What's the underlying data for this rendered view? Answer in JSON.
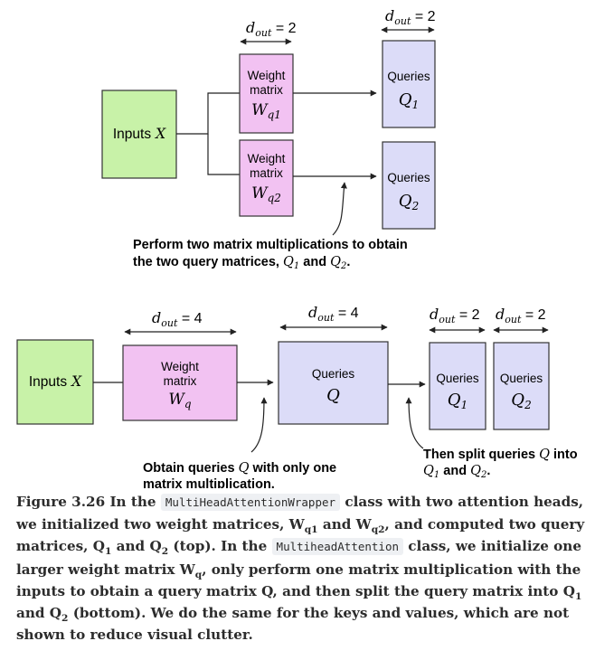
{
  "top": {
    "inputs_label": "Inputs",
    "inputs_var": "X",
    "dim_w1": {
      "d": "d",
      "sub": "out",
      "eq": " = 2"
    },
    "dim_q1": {
      "d": "d",
      "sub": "out",
      "eq": " = 2"
    },
    "weight1": {
      "line1": "Weight",
      "line2": "matrix",
      "var": "W",
      "sub": "q1"
    },
    "weight2": {
      "line1": "Weight",
      "line2": "matrix",
      "var": "W",
      "sub": "q2"
    },
    "queries1": {
      "label": "Queries",
      "var": "Q",
      "sub": "1"
    },
    "queries2": {
      "label": "Queries",
      "var": "Q",
      "sub": "2"
    },
    "note": {
      "line1": "Perform two matrix multiplications to obtain",
      "line2_pre": "the two query matrices, ",
      "q": "Q",
      "q1_sub": "1",
      "and": " and ",
      "q2_sub": "2",
      "end": "."
    }
  },
  "bottom": {
    "inputs_label": "Inputs",
    "inputs_var": "X",
    "dim_w": {
      "d": "d",
      "sub": "out",
      "eq": " = 4"
    },
    "dim_q": {
      "d": "d",
      "sub": "out",
      "eq": " = 4"
    },
    "dim_q1": {
      "d": "d",
      "sub": "out",
      "eq": " = 2"
    },
    "dim_q2": {
      "d": "d",
      "sub": "out",
      "eq": " = 2"
    },
    "weight": {
      "line1": "Weight",
      "line2": "matrix",
      "var": "W",
      "sub": "q"
    },
    "queries": {
      "label": "Queries",
      "var": "Q"
    },
    "queries1": {
      "label": "Queries",
      "var": "Q",
      "sub": "1"
    },
    "queries2": {
      "label": "Queries",
      "var": "Q",
      "sub": "2"
    },
    "note_left": {
      "line1_pre": "Obtain queries ",
      "q": "Q",
      "line1_post": " with only one",
      "line2": "matrix multiplication."
    },
    "note_right": {
      "line1_pre": "Then split queries ",
      "q": "Q",
      "line1_post": " into",
      "q1_sub": "1",
      "and": " and ",
      "q2_sub": "2",
      "end": "."
    }
  },
  "caption": {
    "fig": "Figure 3.26",
    "t1": " In the ",
    "code1": "MultiHeadAttentionWrapper",
    "t2": " class with two attention heads, we initialized two weight matrices, W",
    "s1": "q1",
    "t3": " and W",
    "s2": "q2",
    "t4": ", and computed two query matrices, Q",
    "s3": "1",
    "t5": " and Q",
    "s4": "2",
    "t6": " (top). In the ",
    "code2": "MultiheadAttention",
    "t7": " class, we initialize one larger weight matrix W",
    "s5": "q",
    "t8": ", only perform one matrix multiplication with the inputs to obtain a query matrix Q, and then split the query matrix into Q",
    "s6": "1",
    "t9": " and Q",
    "s7": "2",
    "t10": " (bottom). We do the same for the keys and values, which are not shown to reduce visual clutter."
  },
  "colors": {
    "inputs_fill": "#c8f2a8",
    "weight_fill": "#f2c2f2",
    "queries_fill": "#dcdcf8",
    "stroke": "#333333"
  }
}
